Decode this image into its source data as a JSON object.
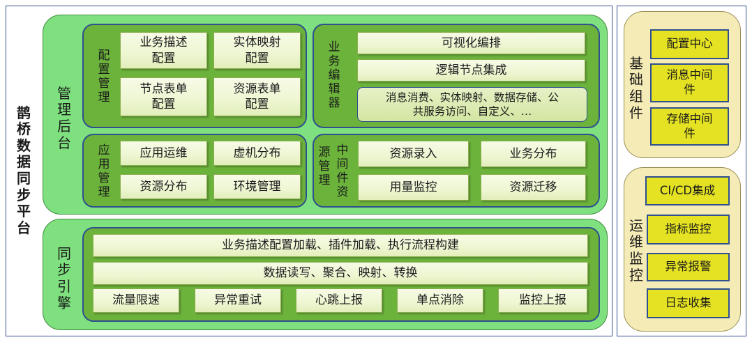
{
  "platform": {
    "title": "鹊桥数据同步平台"
  },
  "management": {
    "label": "管理后台",
    "config": {
      "label": "配置管理",
      "items": [
        "业务描述\n配置",
        "实体映射\n配置",
        "节点表单\n配置",
        "资源表单\n配置"
      ]
    },
    "editor": {
      "label": "业务编辑器",
      "items": [
        "可视化编排",
        "逻辑节点集成"
      ],
      "capabilities": "消息消费、实体映射、数据存储、公\n共服务访问、自定义、…"
    },
    "app": {
      "label": "应用管理",
      "items": [
        "应用运维",
        "虚机分布",
        "资源分布",
        "环境管理"
      ]
    },
    "resource": {
      "label_left": "源管理",
      "label_right": "中间件资",
      "items": [
        "资源录入",
        "业务分布",
        "用量监控",
        "资源迁移"
      ]
    }
  },
  "engine": {
    "label": "同步引擎",
    "rows": [
      "业务描述配置加载、插件加载、执行流程构建",
      "数据读写、聚合、映射、转换"
    ],
    "items": [
      "流量限速",
      "异常重试",
      "心跳上报",
      "单点消除",
      "监控上报"
    ]
  },
  "base": {
    "label": "基础组件",
    "items": [
      "配置中心",
      "消息中间\n件",
      "存储中间\n件"
    ]
  },
  "ops": {
    "label": "运维监控",
    "items": [
      "CI/CD集成",
      "指标监控",
      "异常报警",
      "日志收集"
    ]
  }
}
